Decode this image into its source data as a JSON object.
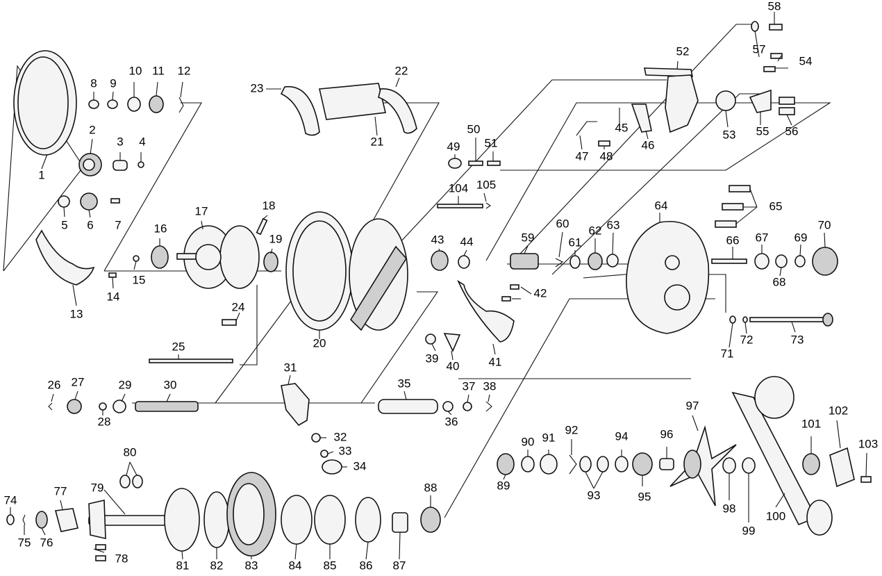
{
  "diagram": {
    "type": "exploded-parts-diagram",
    "part_numbers": [
      "1",
      "2",
      "3",
      "4",
      "5",
      "6",
      "7",
      "8",
      "9",
      "10",
      "11",
      "12",
      "13",
      "14",
      "15",
      "16",
      "17",
      "18",
      "19",
      "20",
      "21",
      "22",
      "23",
      "24",
      "25",
      "26",
      "27",
      "28",
      "29",
      "30",
      "31",
      "32",
      "33",
      "34",
      "35",
      "36",
      "37",
      "38",
      "39",
      "40",
      "41",
      "42",
      "43",
      "44",
      "45",
      "46",
      "47",
      "48",
      "49",
      "50",
      "51",
      "52",
      "53",
      "54",
      "55",
      "56",
      "57",
      "58",
      "59",
      "60",
      "61",
      "62",
      "63",
      "64",
      "65",
      "66",
      "67",
      "68",
      "69",
      "70",
      "71",
      "72",
      "73",
      "74",
      "75",
      "76",
      "77",
      "78",
      "79",
      "80",
      "81",
      "82",
      "83",
      "84",
      "85",
      "86",
      "87",
      "88",
      "89",
      "90",
      "91",
      "92",
      "93",
      "94",
      "95",
      "96",
      "97",
      "98",
      "99",
      "100",
      "101",
      "102",
      "103",
      "104",
      "105"
    ]
  }
}
